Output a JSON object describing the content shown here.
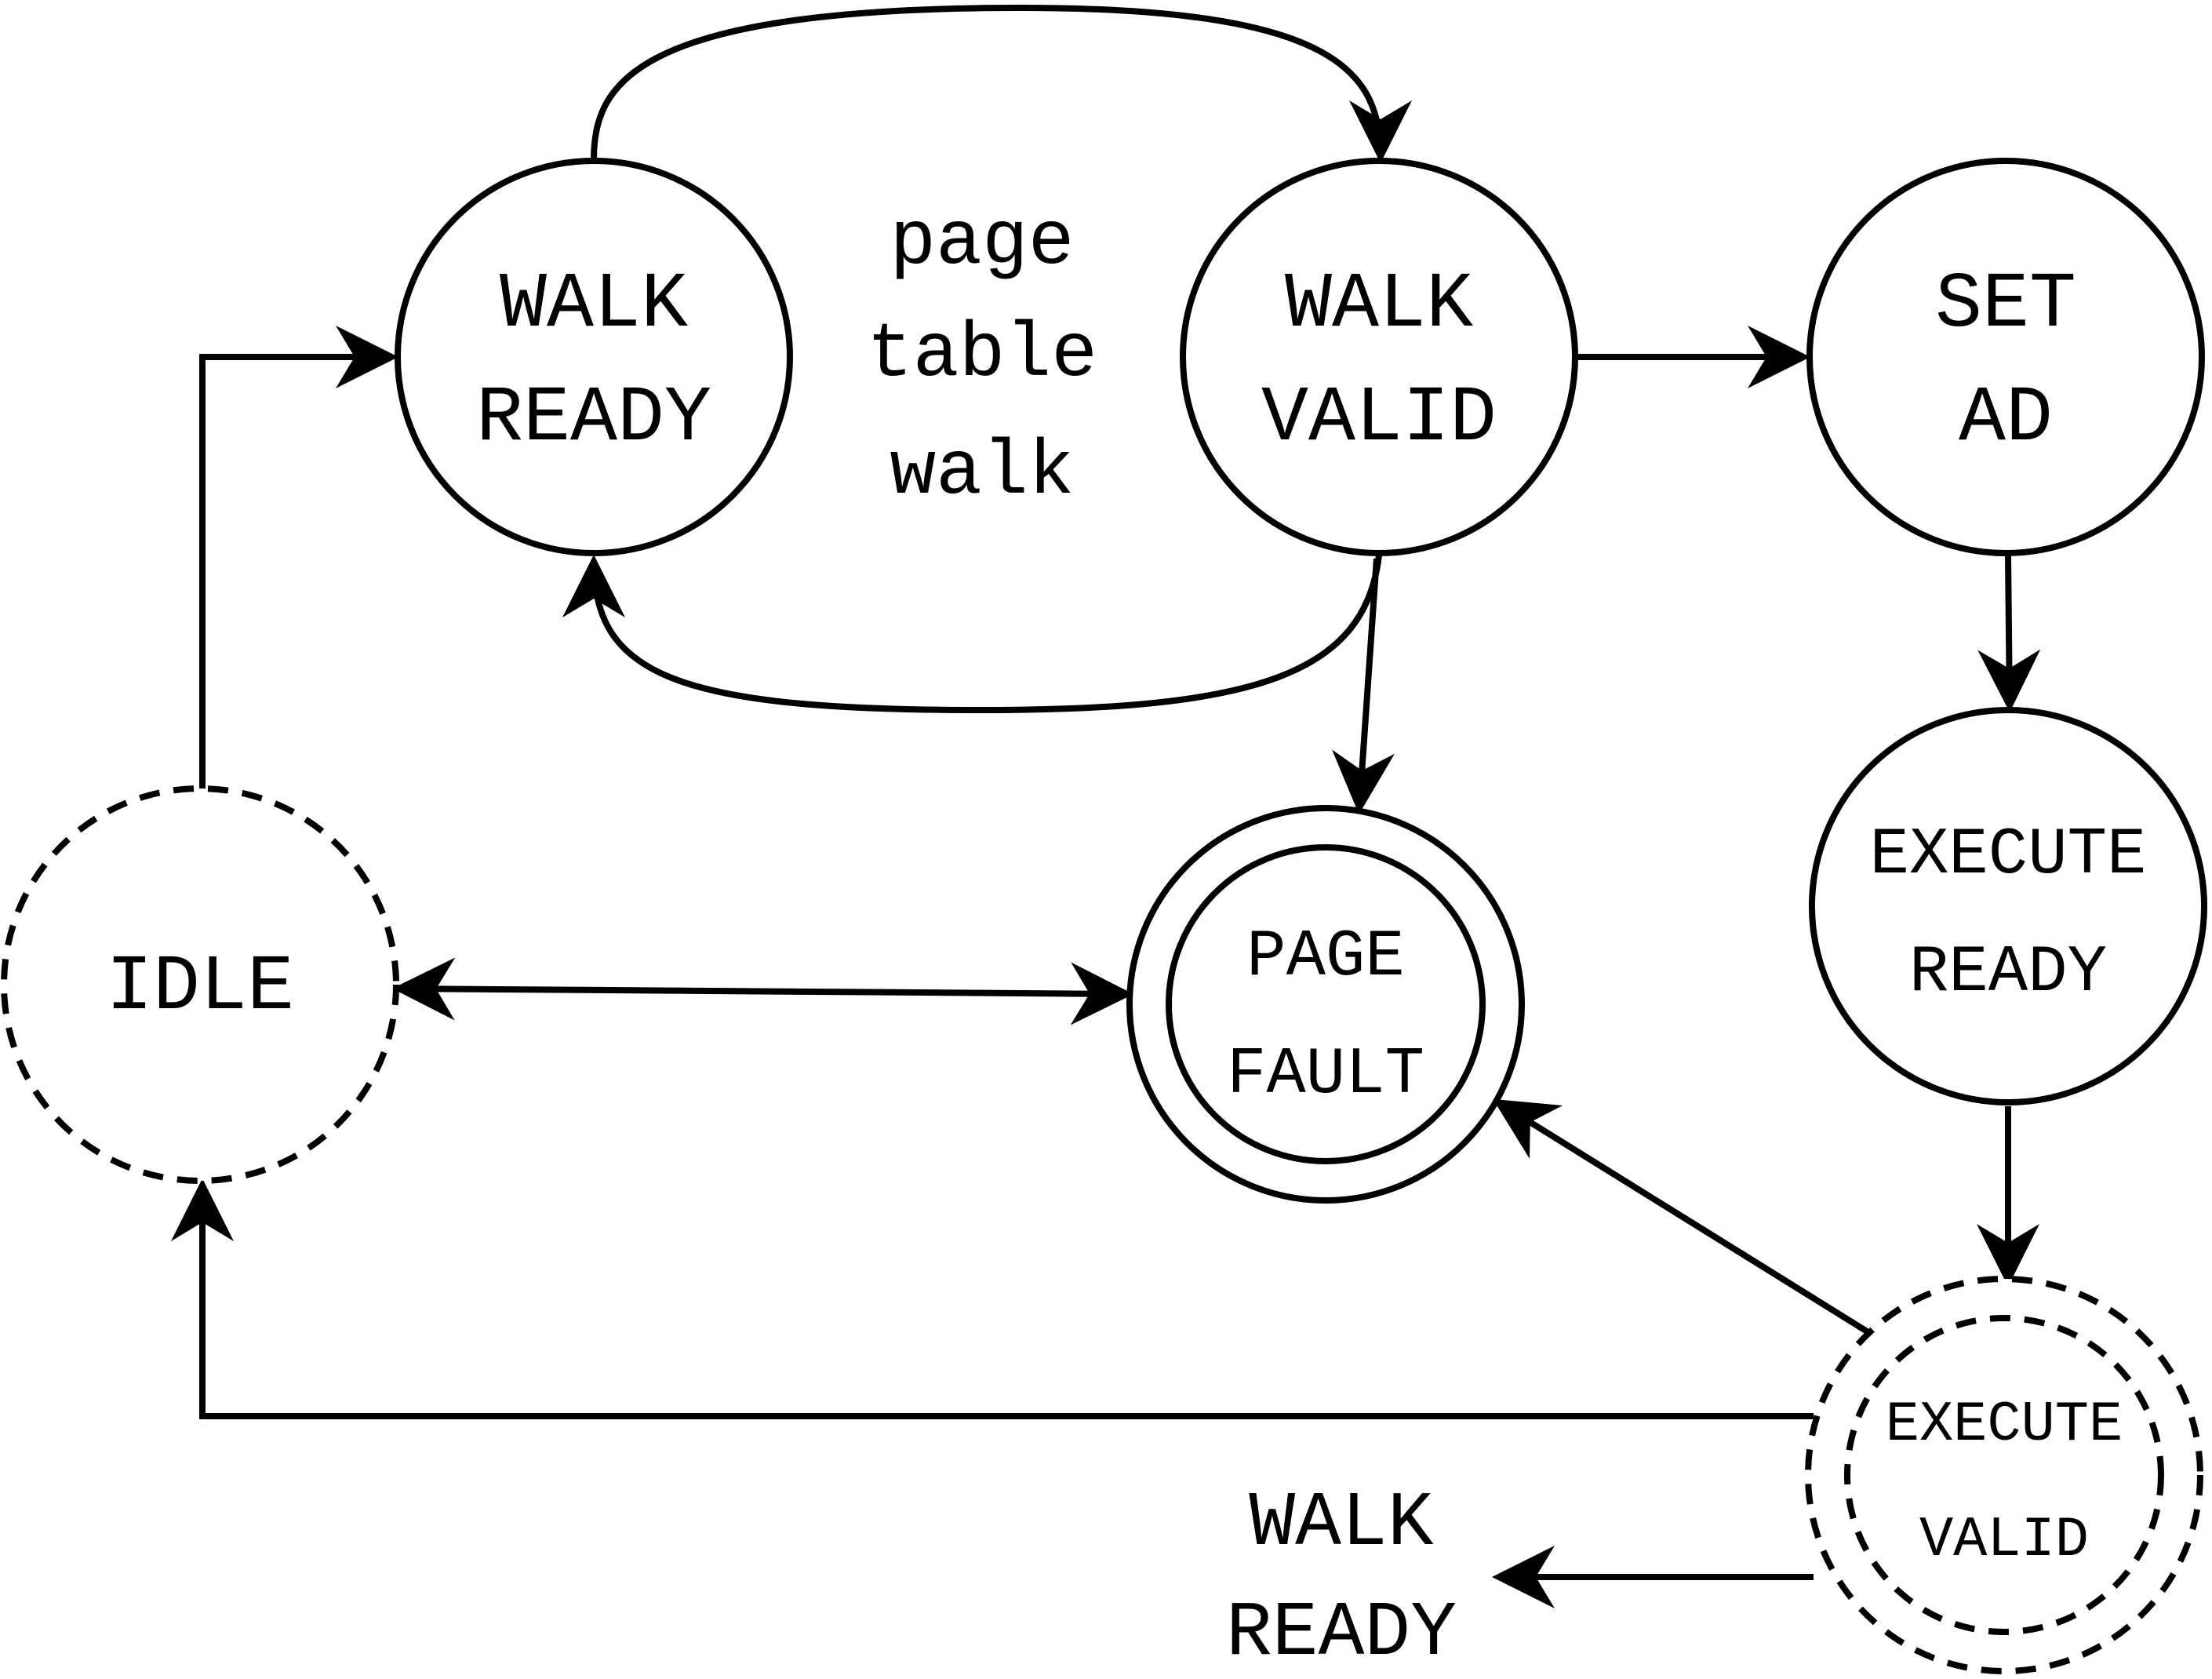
{
  "diagram": {
    "type": "state-machine",
    "states": [
      {
        "id": "walk_ready",
        "lines": [
          "WALK",
          "READY"
        ],
        "style": "solid"
      },
      {
        "id": "walk_valid",
        "lines": [
          "WALK",
          "VALID"
        ],
        "style": "solid"
      },
      {
        "id": "set_ad",
        "lines": [
          "SET",
          "AD"
        ],
        "style": "solid"
      },
      {
        "id": "execute_ready",
        "lines": [
          "EXECUTE",
          "READY"
        ],
        "style": "solid"
      },
      {
        "id": "page_fault",
        "lines": [
          "PAGE",
          "FAULT"
        ],
        "style": "double"
      },
      {
        "id": "idle",
        "lines": [
          "IDLE"
        ],
        "style": "dashed"
      },
      {
        "id": "execute_valid",
        "lines": [
          "EXECUTE",
          "VALID"
        ],
        "style": "double-dashed"
      }
    ],
    "free_labels": {
      "page_table_walk": [
        "page",
        "table",
        "walk"
      ],
      "walk_ready_exit": [
        "WALK",
        "READY"
      ]
    },
    "transitions": [
      {
        "from": "walk_ready",
        "to": "walk_valid"
      },
      {
        "from": "walk_valid",
        "to": "walk_ready"
      },
      {
        "from": "walk_valid",
        "to": "set_ad"
      },
      {
        "from": "walk_valid",
        "to": "page_fault"
      },
      {
        "from": "set_ad",
        "to": "execute_ready"
      },
      {
        "from": "execute_ready",
        "to": "execute_valid"
      },
      {
        "from": "execute_valid",
        "to": "page_fault"
      },
      {
        "from": "execute_valid",
        "to": "idle"
      },
      {
        "from": "execute_valid",
        "to": "walk_ready_exit"
      },
      {
        "from": "idle",
        "to": "walk_ready"
      },
      {
        "from": "idle",
        "to": "page_fault"
      },
      {
        "from": "page_fault",
        "to": "idle"
      }
    ]
  }
}
